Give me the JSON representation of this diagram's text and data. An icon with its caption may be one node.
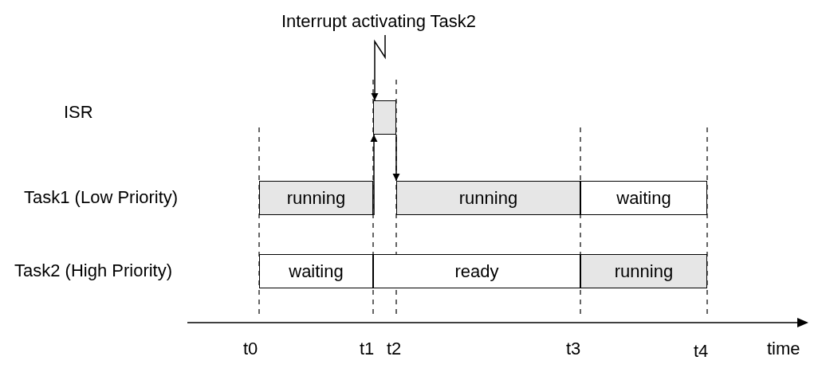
{
  "diagram": {
    "nodes": [
      {
        "text": [
          "Interrupt activating Task2"
        ]
      },
      {
        "text": [],
        "shape": "box"
      },
      {
        "text": [
          "running"
        ]
      },
      {
        "text": [
          "running"
        ]
      },
      {
        "text": [
          "waiting"
        ]
      },
      {
        "text": [
          "waiting"
        ]
      },
      {
        "text": [
          "ready"
        ]
      },
      {
        "text": [
          "running"
        ]
      }
    ],
    "edges": [
      {
        "from": 0,
        "to": 1,
        "arrow": "to"
      },
      {
        "from": 2,
        "to": 1,
        "arrow": "to"
      },
      {
        "from": 1,
        "to": 3,
        "arrow": "to"
      }
    ],
    "labels": [
      "ISR",
      "Task1 (Low Priority)",
      "Task2 (High Priority)",
      "t0",
      "t1",
      "t2",
      "t3",
      "t4",
      "time"
    ]
  }
}
